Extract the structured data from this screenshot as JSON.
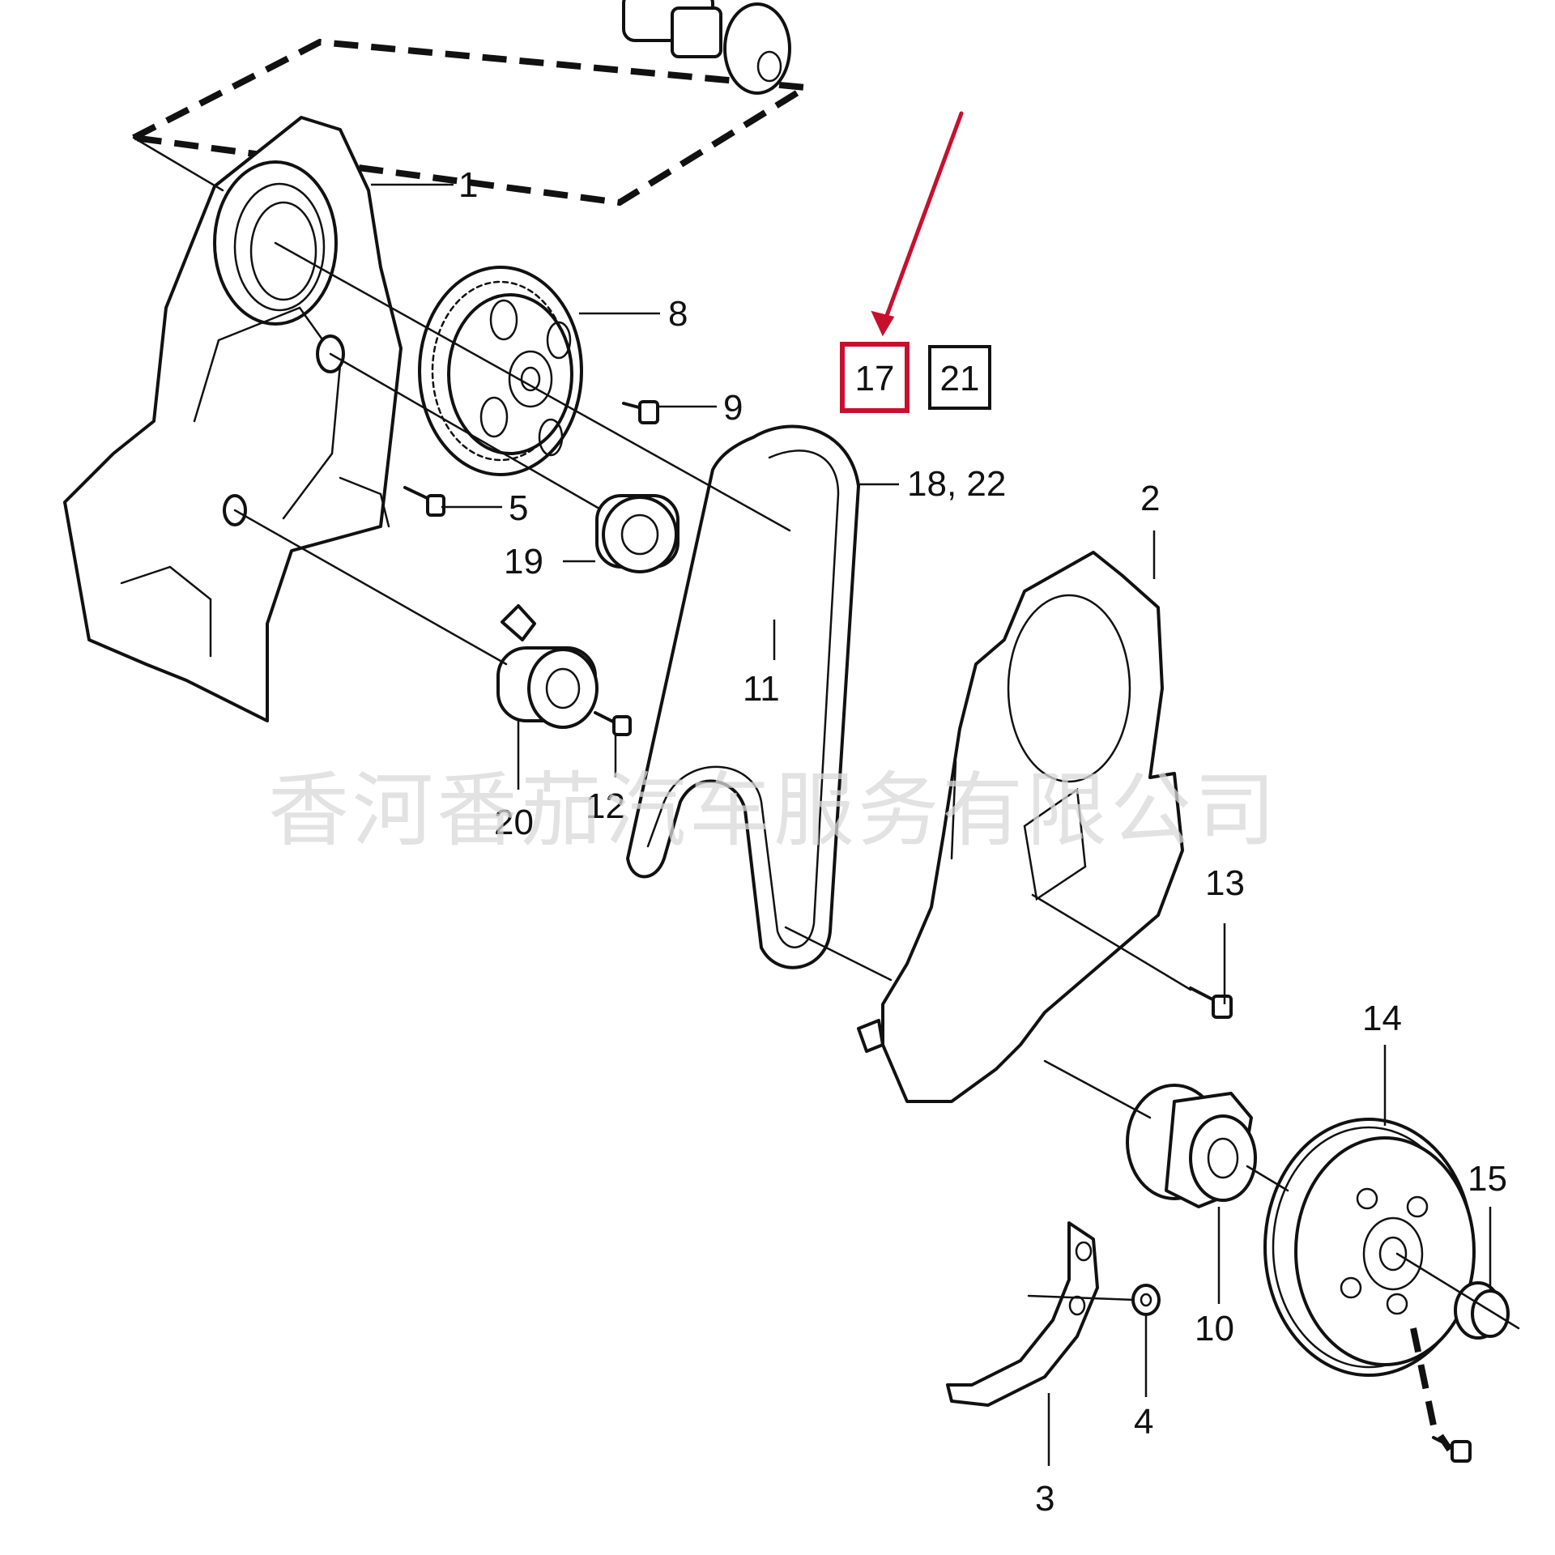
{
  "callouts": [
    "1",
    "2",
    "3",
    "4",
    "5",
    "8",
    "9",
    "10",
    "11",
    "12",
    "13",
    "14",
    "15",
    "19",
    "20",
    "18, 22"
  ],
  "ref_boxes": {
    "highlighted": "17",
    "normal": "21"
  },
  "watermark": "香河番茄汽车服务有限公司",
  "colors": {
    "line": "#111111",
    "highlight": "#c8102e",
    "watermark": "#d9d9d9"
  }
}
